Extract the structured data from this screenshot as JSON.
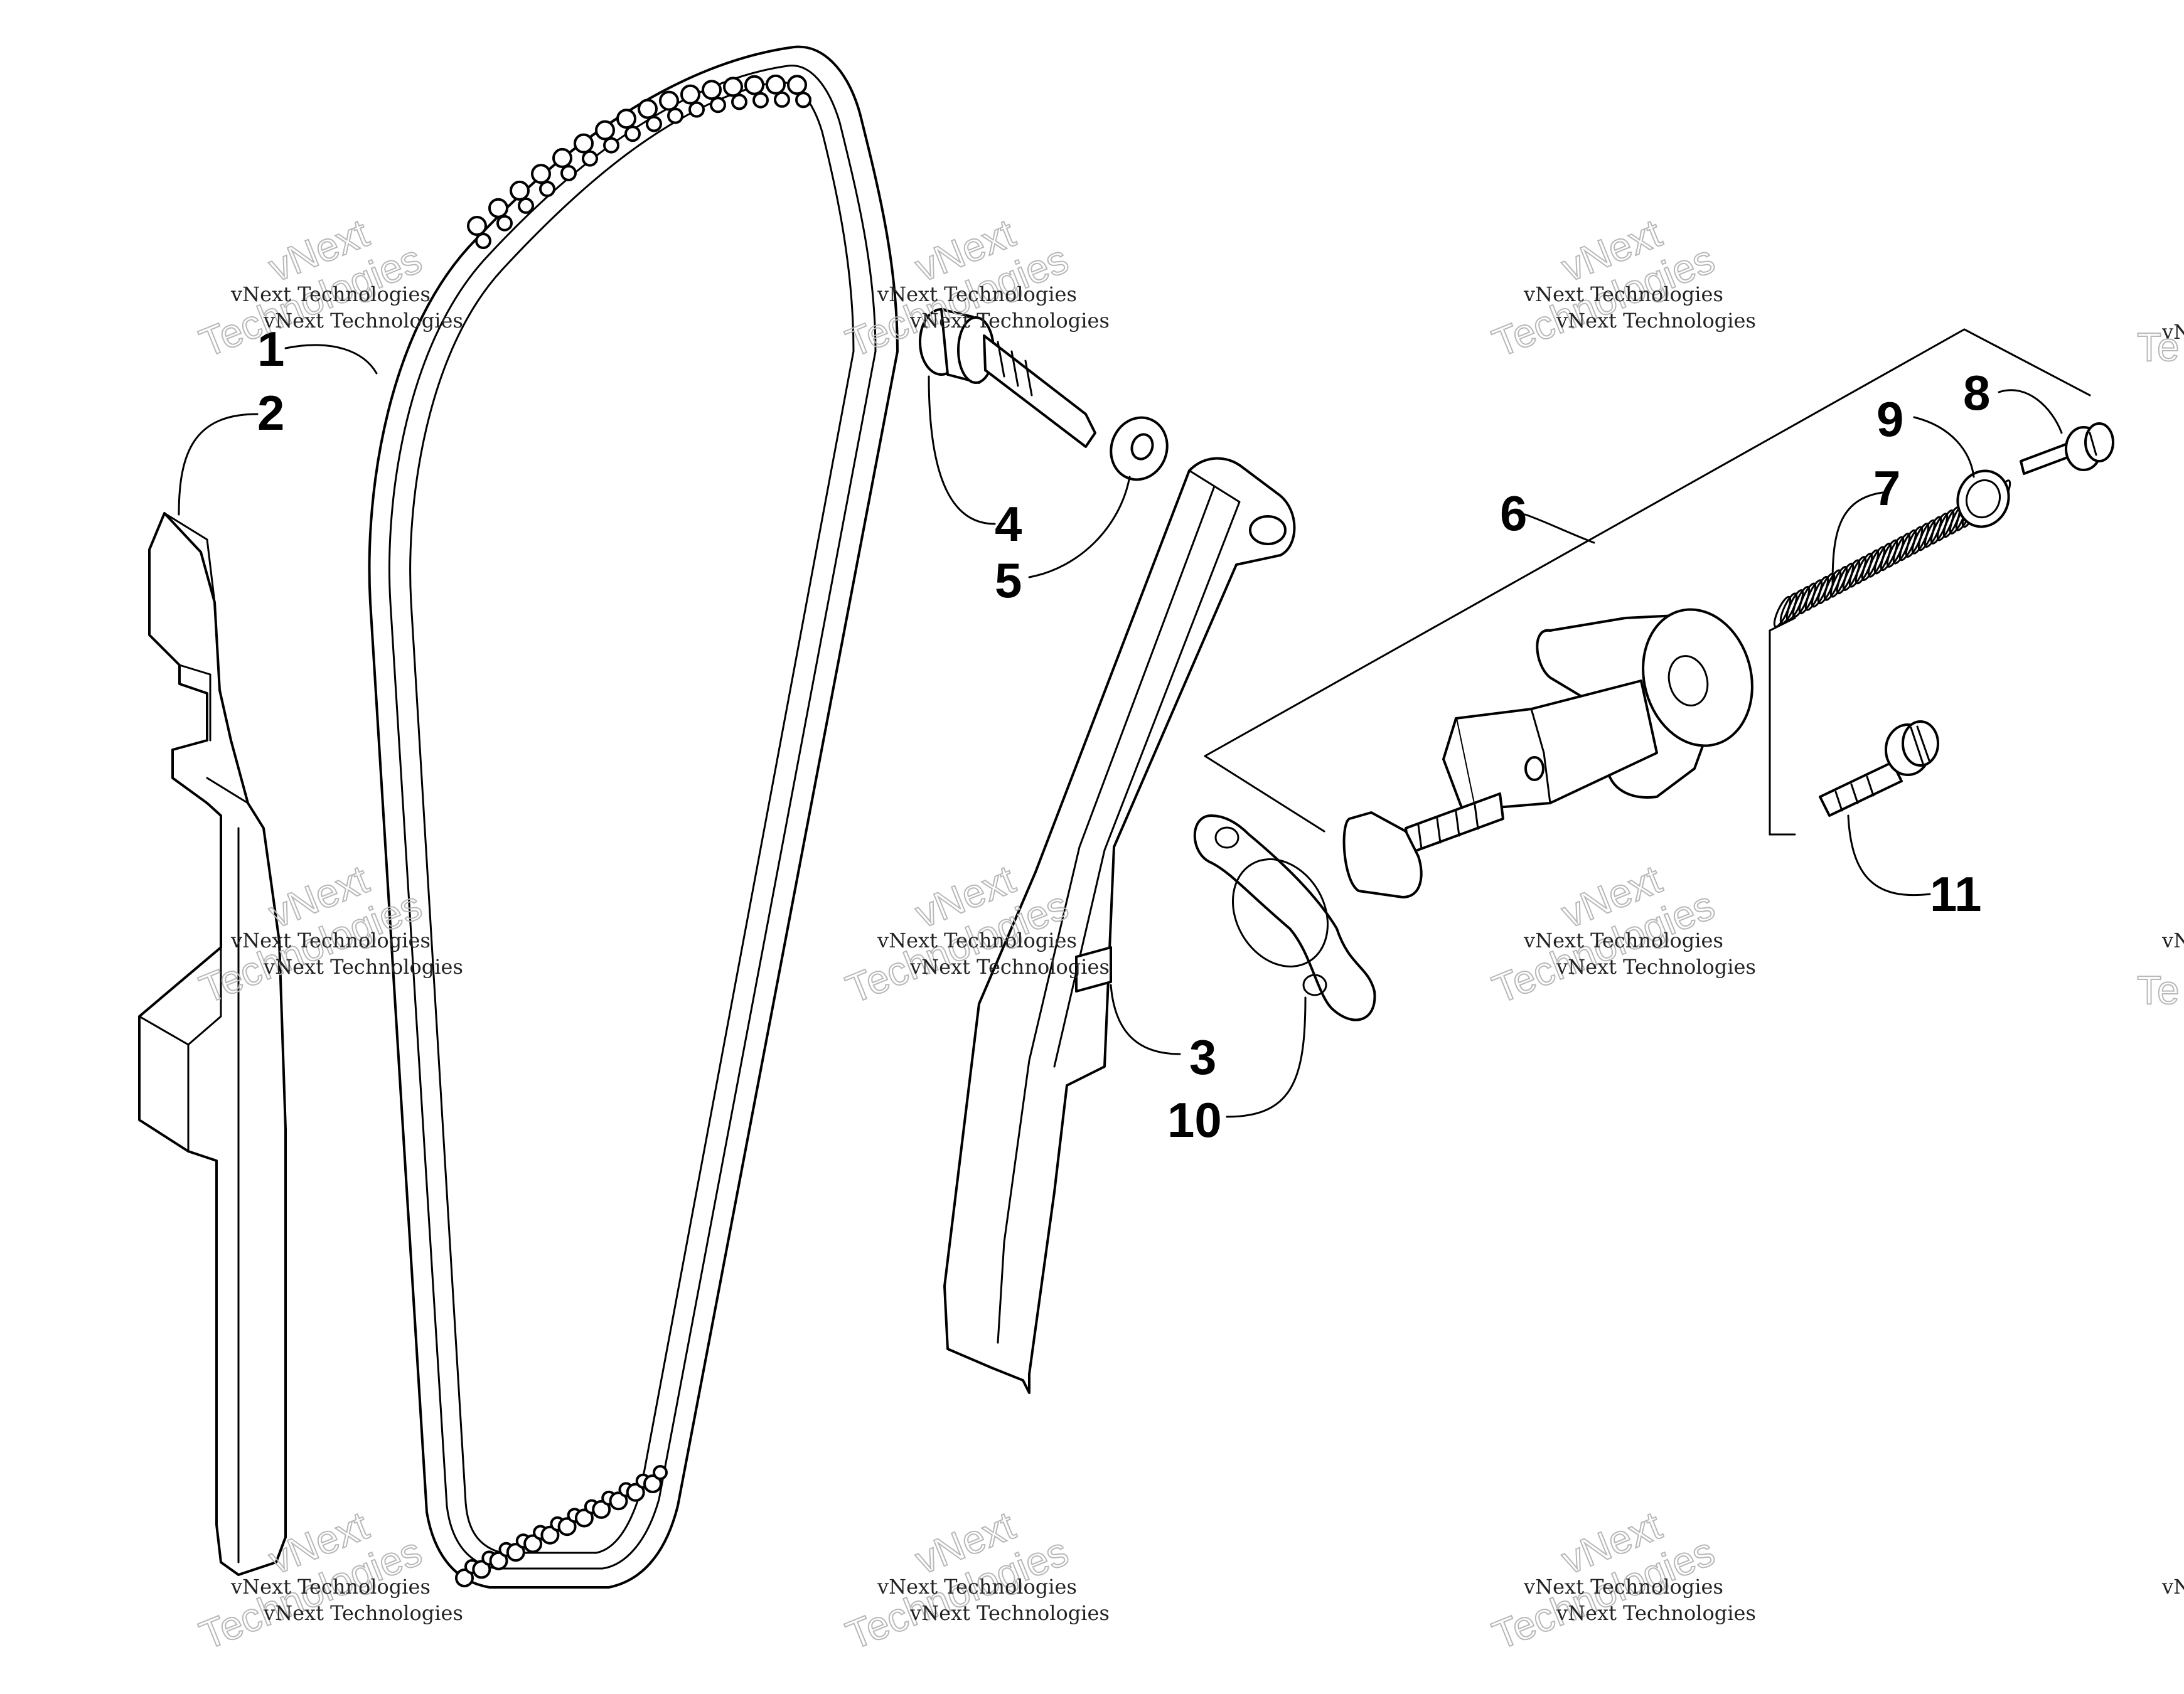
{
  "watermark": {
    "line1": "vNext Technologies",
    "line2": "vNext",
    "line3": "Technologies",
    "edge_fragment": "vN",
    "edge_fragment_big": "Te"
  },
  "callouts": {
    "c1": "1",
    "c2": "2",
    "c3": "3",
    "c4": "4",
    "c5": "5",
    "c6": "6",
    "c7": "7",
    "c8": "8",
    "c9": "9",
    "c10": "10",
    "c11": "11"
  },
  "colors": {
    "line": "#000000",
    "background": "#ffffff",
    "watermark": "#b8b8b8"
  }
}
